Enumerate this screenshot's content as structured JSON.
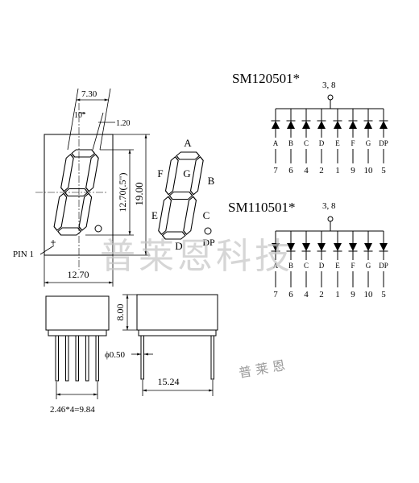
{
  "front_view": {
    "dim_digit_width": "7.30",
    "dim_slant_angle": "10°",
    "dim_segment_width": "1.20",
    "dim_digit_height": "12.70(.5\")",
    "dim_height": "19.00",
    "pin1_label": "PIN 1",
    "dim_width": "12.70"
  },
  "segment_labels": {
    "a": "A",
    "b": "B",
    "c": "C",
    "d": "D",
    "e": "E",
    "f": "F",
    "g": "G",
    "dp": "DP"
  },
  "circuits": [
    {
      "part_number": "SM120501*",
      "common_pins": "3, 8",
      "segments": [
        "A",
        "B",
        "C",
        "D",
        "E",
        "F",
        "G",
        "DP"
      ],
      "pins": [
        "7",
        "6",
        "4",
        "2",
        "1",
        "9",
        "10",
        "5"
      ]
    },
    {
      "part_number": "SM110501*",
      "common_pins": "3, 8",
      "segments": [
        "A",
        "B",
        "C",
        "D",
        "E",
        "F",
        "G",
        "DP"
      ],
      "pins": [
        "7",
        "6",
        "4",
        "2",
        "1",
        "9",
        "10",
        "5"
      ]
    }
  ],
  "side_view": {
    "pin_pitch": "2.46*4=9.84",
    "body_depth": "8.00",
    "pin_diameter": "ϕ0.50",
    "row_spacing": "15.24"
  },
  "watermark": {
    "large": "普莱恩科技",
    "small": "普 莱 恩"
  }
}
